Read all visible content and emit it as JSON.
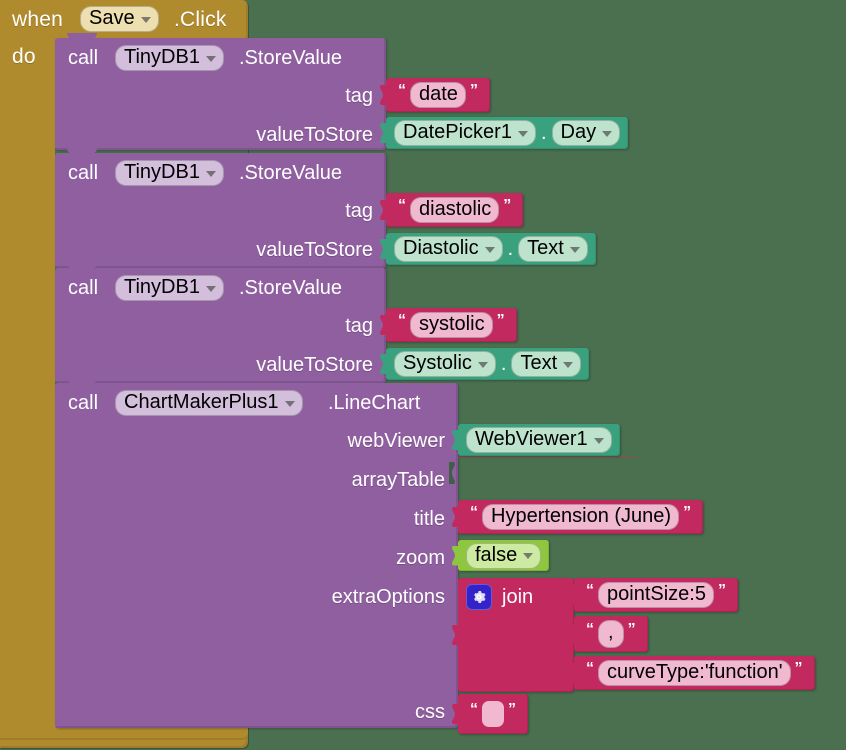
{
  "canvas": {
    "background_color": "#4a7050"
  },
  "event_block": {
    "color": "#b08b2e",
    "when_label": "when",
    "component": "Save",
    "event": ".Click",
    "do_label": "do"
  },
  "statements": [
    {
      "call_label": "call",
      "component": "TinyDB1",
      "method": ".StoreValue",
      "params": [
        {
          "name": "tag",
          "value_type": "text",
          "value": "date"
        },
        {
          "name": "valueToStore",
          "value_type": "property",
          "component": "DatePicker1",
          "property": "Day"
        }
      ]
    },
    {
      "call_label": "call",
      "component": "TinyDB1",
      "method": ".StoreValue",
      "params": [
        {
          "name": "tag",
          "value_type": "text",
          "value": "diastolic"
        },
        {
          "name": "valueToStore",
          "value_type": "property",
          "component": "Diastolic",
          "property": "Text"
        }
      ]
    },
    {
      "call_label": "call",
      "component": "TinyDB1",
      "method": ".StoreValue",
      "params": [
        {
          "name": "tag",
          "value_type": "text",
          "value": "systolic"
        },
        {
          "name": "valueToStore",
          "value_type": "property",
          "component": "Systolic",
          "property": "Text"
        }
      ]
    },
    {
      "call_label": "call",
      "component": "ChartMakerPlus1",
      "method": ".LineChart",
      "params": [
        {
          "name": "webViewer",
          "value_type": "component",
          "component": "WebViewer1"
        },
        {
          "name": "arrayTable",
          "value_type": "empty"
        },
        {
          "name": "title",
          "value_type": "text",
          "value": "Hypertension (June)"
        },
        {
          "name": "zoom",
          "value_type": "logic",
          "value": "false"
        },
        {
          "name": "extraOptions",
          "value_type": "join",
          "join_label": "join",
          "join_items": [
            "pointSize:5",
            ",",
            "curveType:'function'"
          ]
        },
        {
          "name": "css",
          "value_type": "text",
          "value": ""
        }
      ]
    }
  ],
  "colors": {
    "event_gold": "#b08b2e",
    "statement_purple": "#8f5fa0",
    "text_crimson": "#c2295e",
    "component_green": "#3aa17e",
    "logic_green": "#8ec63f",
    "mutator_blue": "#3423c8"
  }
}
